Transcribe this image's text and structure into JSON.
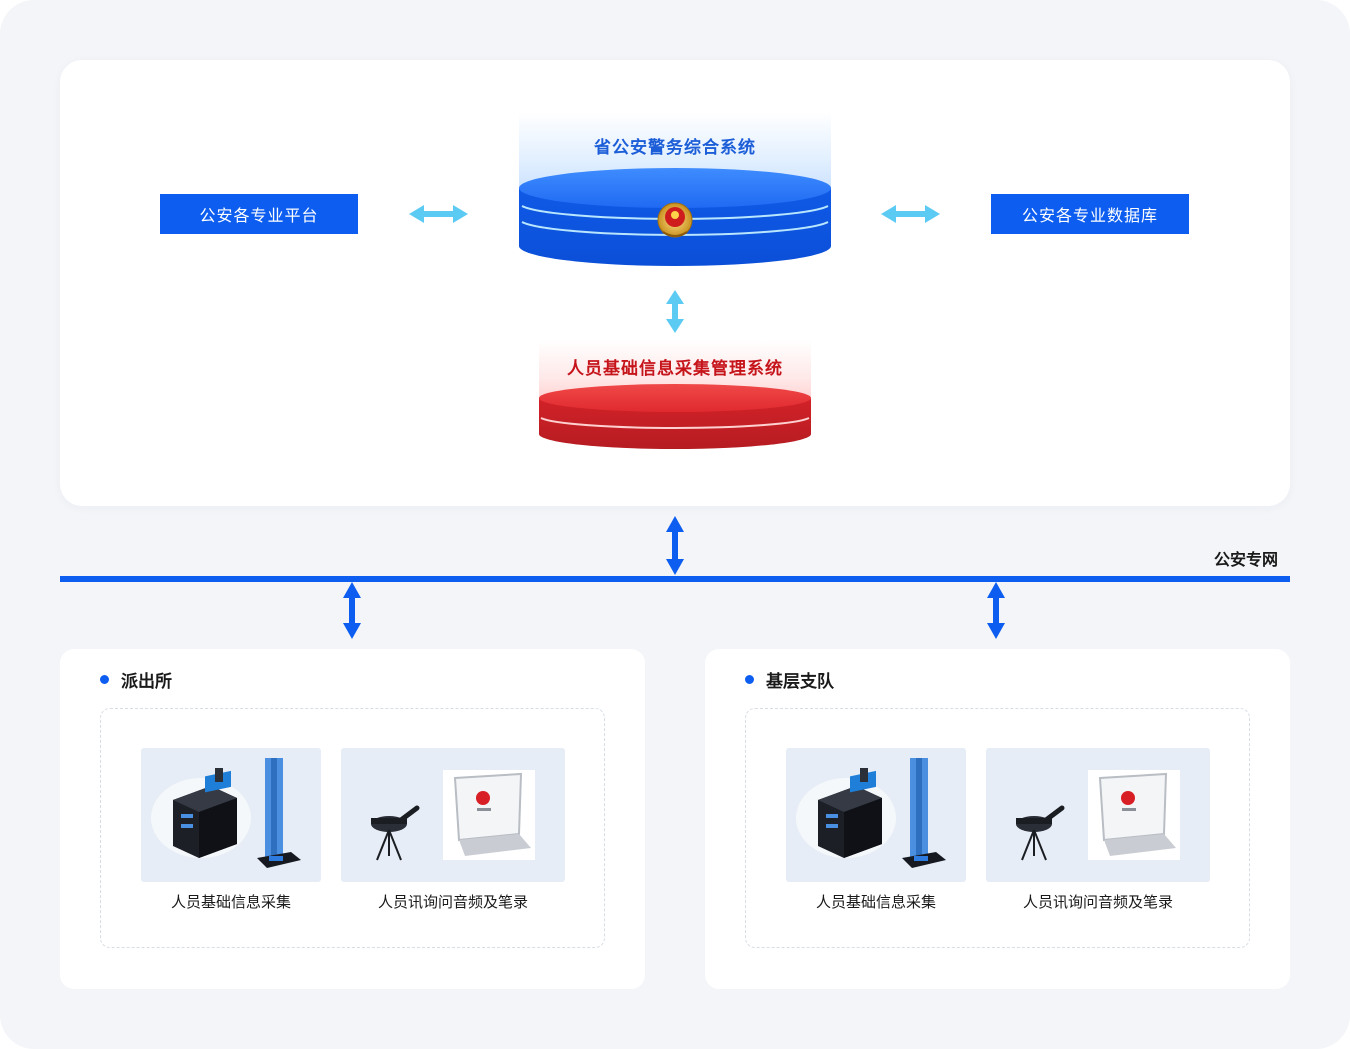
{
  "diagram": {
    "platform_label": "公安各专业平台",
    "database_label": "公安各专业数据库",
    "provincial_system": "省公安警务综合系统",
    "collection_system": "人员基础信息采集管理系统",
    "network_label": "公安专网",
    "colors": {
      "primary_blue": "#0d5ef0",
      "accent_cyan": "#5ccbf4",
      "system_red": "#d91f26",
      "panel_bg": "#f3f5f8"
    }
  },
  "units": [
    {
      "name": "派出所",
      "devices": [
        {
          "label": "人员基础信息采集",
          "icon": "collection-station-icon"
        },
        {
          "label": "人员讯询问音频及笔录",
          "icon": "audio-recorder-laptop-icon"
        }
      ]
    },
    {
      "name": "基层支队",
      "devices": [
        {
          "label": "人员基础信息采集",
          "icon": "collection-station-icon"
        },
        {
          "label": "人员讯询问音频及笔录",
          "icon": "audio-recorder-laptop-icon"
        }
      ]
    }
  ]
}
